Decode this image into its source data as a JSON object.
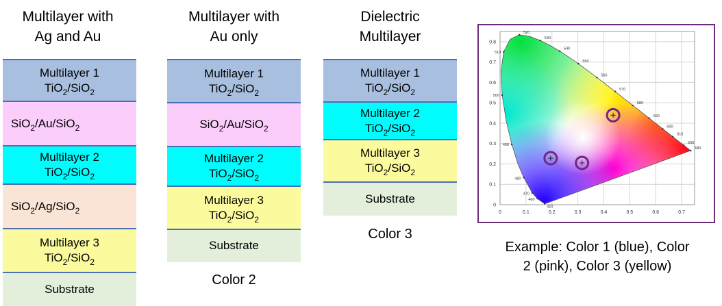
{
  "columns": [
    {
      "title_line1": "Multilayer with",
      "title_line2": "Ag and Au",
      "layers": [
        {
          "name_line": "Multilayer 1",
          "formula": "TiO|2|/SiO|2|",
          "color": "#a8bfe0"
        },
        {
          "name_line": "",
          "formula": "SiO|2|/Au/SiO|2|",
          "color": "#fbcdfb"
        },
        {
          "name_line": "Multilayer 2",
          "formula": "TiO|2|/SiO|2|",
          "color": "#00fdfd"
        },
        {
          "name_line": "",
          "formula": "SiO|2|/Ag/SiO|2|",
          "color": "#fae4d6"
        },
        {
          "name_line": "Multilayer 3",
          "formula": "TiO|2|/SiO|2|",
          "color": "#fbfb9e"
        },
        {
          "name_line": "Substrate",
          "formula": "",
          "color": "#e3efda"
        }
      ]
    },
    {
      "title_line1": "Multilayer with",
      "title_line2": "Au only",
      "caption": "Color 2",
      "layers": [
        {
          "name_line": "Multilayer 1",
          "formula": "TiO|2|/SiO|2|",
          "color": "#a8bfe0"
        },
        {
          "name_line": "",
          "formula": "SiO|2|/Au/SiO|2|",
          "color": "#fbcdfb"
        },
        {
          "name_line": "Multilayer 2",
          "formula": "TiO|2|/SiO|2|",
          "color": "#00fdfd"
        },
        {
          "name_line": "Multilayer 3",
          "formula": "TiO|2|/SiO|2|",
          "color": "#fbfb9e"
        },
        {
          "name_line": "Substrate",
          "formula": "",
          "color": "#e3efda"
        }
      ]
    },
    {
      "title_line1": "Dielectric",
      "title_line2": "Multilayer",
      "caption": "Color 3",
      "layers": [
        {
          "name_line": "Multilayer 1",
          "formula": "TiO|2|/SiO|2|",
          "color": "#a8bfe0"
        },
        {
          "name_line": "Multilayer 2",
          "formula": "TiO|2|/SiO|2|",
          "color": "#00fdfd"
        },
        {
          "name_line": "Multilayer 3",
          "formula": "TiO|2|/SiO|2|",
          "color": "#fbfb9e"
        },
        {
          "name_line": "Substrate",
          "formula": "",
          "color": "#e3efda"
        }
      ]
    }
  ],
  "cie_chart": {
    "frame_color": "#6d2a7d",
    "x_ticks": [
      "0",
      "0.1",
      "0.2",
      "0.3",
      "0.4",
      "0.5",
      "0.6",
      "0.7"
    ],
    "y_ticks": [
      "0",
      "0.1",
      "0.2",
      "0.3",
      "0.4",
      "0.5",
      "0.6",
      "0.7",
      "0.8"
    ],
    "wavelength_labels": [
      {
        "nm": "420",
        "x": 0.172,
        "y": 0.005
      },
      {
        "nm": "460",
        "x": 0.144,
        "y": 0.03
      },
      {
        "nm": "470",
        "x": 0.124,
        "y": 0.058
      },
      {
        "nm": "480",
        "x": 0.091,
        "y": 0.133
      },
      {
        "nm": "490",
        "x": 0.045,
        "y": 0.295
      },
      {
        "nm": "500",
        "x": 0.008,
        "y": 0.538
      },
      {
        "nm": "510",
        "x": 0.014,
        "y": 0.75
      },
      {
        "nm": "520",
        "x": 0.074,
        "y": 0.834
      },
      {
        "nm": "530",
        "x": 0.155,
        "y": 0.806
      },
      {
        "nm": "540",
        "x": 0.23,
        "y": 0.754
      },
      {
        "nm": "550",
        "x": 0.302,
        "y": 0.692
      },
      {
        "nm": "560",
        "x": 0.373,
        "y": 0.624
      },
      {
        "nm": "570",
        "x": 0.444,
        "y": 0.555
      },
      {
        "nm": "580",
        "x": 0.512,
        "y": 0.487
      },
      {
        "nm": "590",
        "x": 0.575,
        "y": 0.424
      },
      {
        "nm": "600",
        "x": 0.627,
        "y": 0.372
      },
      {
        "nm": "610",
        "x": 0.666,
        "y": 0.334
      },
      {
        "nm": "630",
        "x": 0.708,
        "y": 0.292
      },
      {
        "nm": "680",
        "x": 0.735,
        "y": 0.265
      }
    ],
    "markers": [
      {
        "color_name": "Color 1",
        "x": 0.195,
        "y": 0.228
      },
      {
        "color_name": "Color 2",
        "x": 0.316,
        "y": 0.205
      },
      {
        "color_name": "Color 3",
        "x": 0.436,
        "y": 0.439
      }
    ]
  },
  "example_line1": "Example: Color 1 (blue), Color",
  "example_line2": "2 (pink), Color 3 (yellow)"
}
